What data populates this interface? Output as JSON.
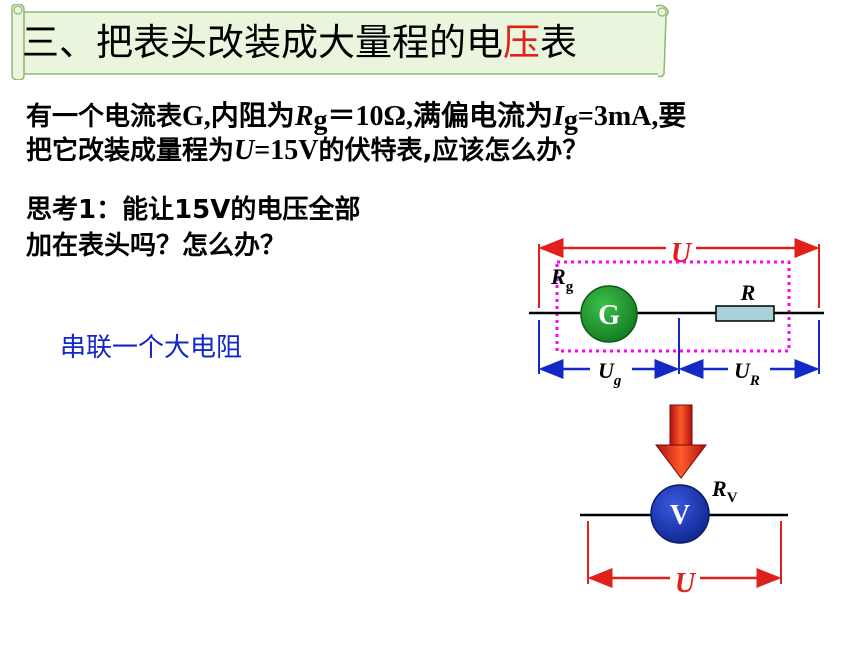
{
  "title": {
    "prefix": "三、把表头改装成大量程的电",
    "highlight": "压",
    "suffix": "表"
  },
  "problem": {
    "line1_a": "有一个电流表",
    "line1_G": "G",
    "line1_b": ",内阻为",
    "Rg_R": "R",
    "Rg_sub": "g",
    "line1_c": "＝10Ω",
    "line1_d": ",满偏电流为",
    "Ig_I": "I",
    "Ig_sub": "g",
    "line1_e": "=3mA",
    "line1_f": ",要",
    "line2_a": "把它改装成量程为",
    "U_sym": "U",
    "line2_b": "=15V",
    "line2_c": "的伏特表,应该怎么办？"
  },
  "think": {
    "line1": "思考1：能让15V的电压全部",
    "line2": "加在表头吗？怎么办？"
  },
  "answer": "串联一个大电阻",
  "circuit_top": {
    "U_label": "U",
    "Rg_label": "R",
    "Rg_sub": "g",
    "G_label": "G",
    "R_label": "R",
    "Ug_label": "U",
    "Ug_sub": "g",
    "UR_label": "U",
    "UR_sub": "R"
  },
  "circuit_bottom": {
    "V_label": "V",
    "RV_label": "R",
    "RV_sub": "V",
    "U_label": "U"
  },
  "colors": {
    "title_highlight": "#e0201a",
    "answer": "#1428c8",
    "red": "#e0201a",
    "blue": "#1428c8",
    "magenta": "#ff00ff",
    "galvanometer": "#1a9a2a",
    "voltmeter": "#1432b4",
    "resistor": "#a8d2d8",
    "scroll_fill": "#e9f5dc",
    "scroll_edge": "#8fb872"
  }
}
